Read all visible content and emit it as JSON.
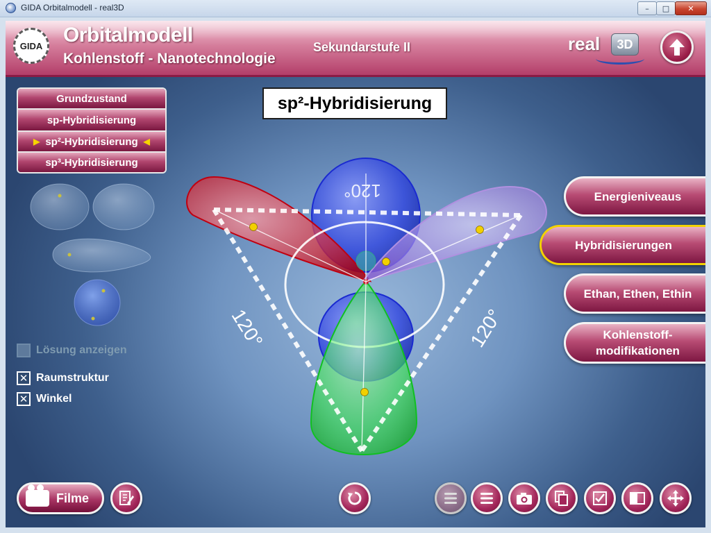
{
  "window": {
    "title": "GIDA Orbitalmodell - real3D",
    "minimize": "–",
    "maximize": "□",
    "close": "✕"
  },
  "header": {
    "logo_text": "GIDA",
    "title": "Orbitalmodell",
    "subtitle": "Kohlenstoff - Nanotechnologie",
    "level": "Sekundarstufe II",
    "brand_text": "real",
    "brand_3d": "3D",
    "up_icon": "arrow-up-icon"
  },
  "left_menu": {
    "items": [
      {
        "label": "Grundzustand",
        "selected": false
      },
      {
        "label": "sp-Hybridisierung",
        "selected": false
      },
      {
        "label": "sp²-Hybridisierung",
        "selected": true
      },
      {
        "label": "sp³-Hybridisierung",
        "selected": false
      }
    ],
    "selected_marker": "▶",
    "selected_marker_right": "◀"
  },
  "options": {
    "solution": {
      "label": "Lösung anzeigen",
      "checked": false,
      "enabled": false
    },
    "spatial": {
      "label": "Raumstruktur",
      "checked": true,
      "mark": "✕"
    },
    "angle": {
      "label": "Winkel",
      "checked": true,
      "mark": "✕"
    }
  },
  "main": {
    "title": "sp²-Hybridisierung",
    "angle_labels": [
      "120°",
      "120°",
      "120°"
    ]
  },
  "right_nav": [
    {
      "label": "Energieniveaus",
      "active": false
    },
    {
      "label": "Hybridisierungen",
      "active": true
    },
    {
      "label": "Ethan, Ethen, Ethin",
      "active": false
    },
    {
      "label": "Kohlenstoff-\nmodifikationen",
      "active": false
    }
  ],
  "bottom": {
    "filme_label": "Filme",
    "toolbar_icons": [
      "notes-icon",
      "reset-icon",
      "list-dim-icon",
      "list-icon",
      "camera-icon",
      "copy-icon",
      "checklist-icon",
      "window-icon",
      "move-icon"
    ]
  },
  "colors": {
    "accent": "#a3265a",
    "active_border": "#f2d200",
    "background": "#6f93c0",
    "orbital_red": "#e0303a",
    "orbital_blue": "#2b3fe0",
    "orbital_violet": "#b48ee8",
    "orbital_green": "#38e848"
  }
}
